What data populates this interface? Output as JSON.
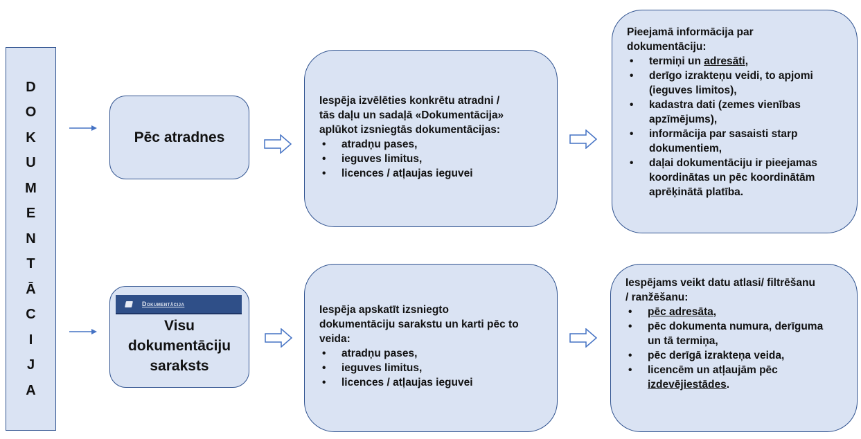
{
  "vertical_label_letters": [
    "D",
    "O",
    "K",
    "U",
    "M",
    "E",
    "N",
    "T",
    "Ā",
    "C",
    "I",
    "J",
    "A"
  ],
  "row1": {
    "title": "Pēc atradnes",
    "middle": {
      "intro_lines": [
        "Iespēja izvēlēties konkrētu atradni /",
        "tās daļu un sadaļā «Dokumentācija»",
        "aplūkot izsniegtās dokumentācijas:"
      ],
      "bullets": [
        "atradņu pases,",
        "ieguves limitus,",
        "licences / atļaujas ieguvei"
      ]
    },
    "right": {
      "intro_lines": [
        "Pieejamā informācija par",
        "dokumentāciju:"
      ],
      "b1_pre": "termiņi un ",
      "b1_link": "adresāti",
      "b1_post": ",",
      "b2_lines": [
        "derīgo izrakteņu veidi, to apjomi",
        "(ieguves limitos),"
      ],
      "b3_lines": [
        "kadastra dati (zemes vienības",
        "apzīmējums),"
      ],
      "b4_lines": [
        "informācija par sasaisti starp",
        "dokumentiem,"
      ],
      "b5_lines": [
        "daļai dokumentāciju ir pieejamas",
        "koordinātas un pēc koordinātām",
        "aprēķinātā platība."
      ]
    }
  },
  "row2": {
    "banner_label": "Dokumentācija",
    "title_lines": [
      "Visu",
      "dokumentāciju",
      "saraksts"
    ],
    "middle": {
      "intro_lines": [
        "Iespēja apskatīt izsniegto",
        "dokumentāciju sarakstu un karti pēc to",
        "veida:"
      ],
      "bullets": [
        "atradņu pases,",
        "ieguves limitus,",
        "licences / atļaujas ieguvei"
      ]
    },
    "right": {
      "intro_lines": [
        "Iespējams veikt datu atlasi/ filtrēšanu",
        "/ ranžēšanu:"
      ],
      "b1_link": "pēc adresāta",
      "b1_post": ",",
      "b2_lines": [
        "pēc dokumenta numura, derīguma",
        "un tā termiņa,"
      ],
      "b3_lines": [
        "pēc derīgā izrakteņa veida,"
      ],
      "b4_lines": [
        "licencēm un atļaujām pēc"
      ],
      "b4_link": "izdevējiestādes",
      "b4_post": "."
    }
  },
  "colors": {
    "box_fill": "#dae3f3",
    "box_border": "#2f528f",
    "arrow": "#4472c4",
    "banner": "#2f4f88"
  }
}
